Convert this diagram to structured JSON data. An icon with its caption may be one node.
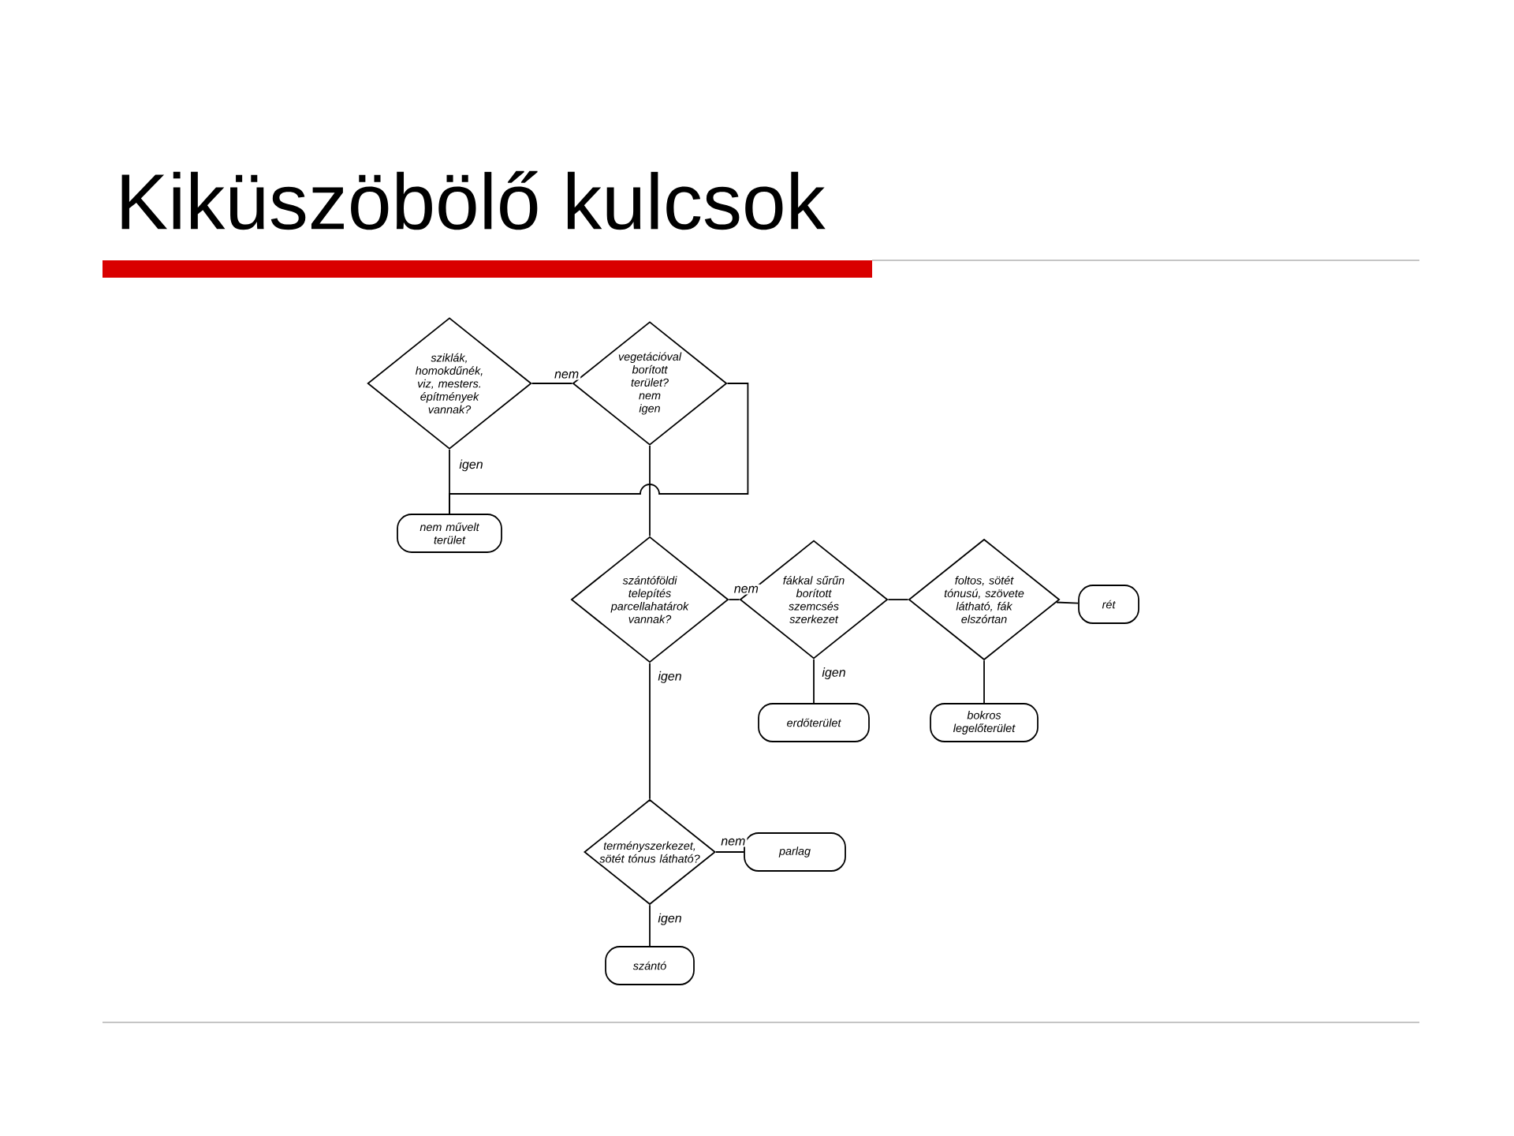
{
  "diagram": {
    "title": "Kiküszöbölő kulcsok",
    "nodes": [
      {
        "text": [
          "sziklák, homokdűnék, viz, mesters. építmények vannak?"
        ]
      },
      {
        "text": [
          "vegetációval borított terület?",
          "nem",
          "igen"
        ]
      },
      {
        "text": [
          "nem művelt terület"
        ]
      },
      {
        "text": [
          "szántóföldi telepítés parcellahatárok vannak?"
        ]
      },
      {
        "text": [
          "fákkal sűrűn borított szemcsés szerkezet"
        ]
      },
      {
        "text": [
          "foltos, sötét tónusú, szövete látható, fák elszórtan"
        ]
      },
      {
        "text": [
          "rét"
        ]
      },
      {
        "text": [
          "erdőterület"
        ]
      },
      {
        "text": [
          "bokros legelőterület"
        ]
      },
      {
        "text": [
          "terményszerkezet, sötét tónus látható?"
        ]
      },
      {
        "text": [
          "parlag"
        ]
      },
      {
        "text": [
          "szántó"
        ]
      }
    ],
    "edges": [
      {
        "from": 0,
        "to": 1,
        "arrow": "none",
        "label": "nem"
      },
      {
        "from": 0,
        "to": 2,
        "arrow": "none",
        "label": "igen"
      },
      {
        "from": 1,
        "to": 2,
        "arrow": "none"
      },
      {
        "from": 1,
        "to": 3,
        "arrow": "none"
      },
      {
        "from": 3,
        "to": 4,
        "arrow": "none",
        "label": "nem"
      },
      {
        "from": 3,
        "to": 9,
        "arrow": "none",
        "label": "igen"
      },
      {
        "from": 4,
        "to": 5,
        "arrow": "none"
      },
      {
        "from": 4,
        "to": 7,
        "arrow": "none",
        "label": "igen"
      },
      {
        "from": 5,
        "to": 6,
        "arrow": "none"
      },
      {
        "from": 5,
        "to": 8,
        "arrow": "none"
      },
      {
        "from": 9,
        "to": 10,
        "arrow": "none",
        "label": "nem"
      },
      {
        "from": 9,
        "to": 11,
        "arrow": "none",
        "label": "igen"
      }
    ]
  }
}
